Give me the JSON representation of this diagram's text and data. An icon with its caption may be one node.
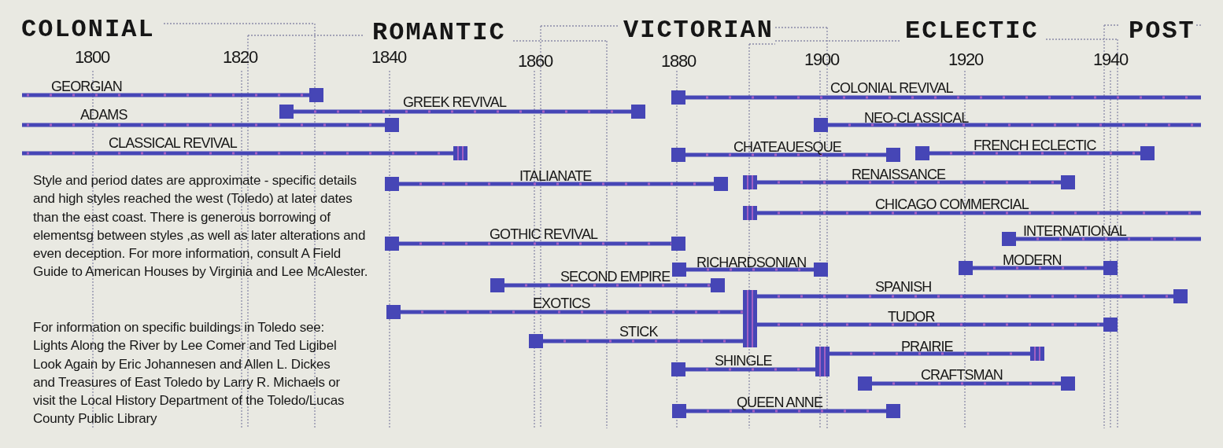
{
  "diagram": {
    "labels": [
      "COLONIAL",
      "ROMANTIC",
      "VICTORIAN",
      "ECLECTIC",
      "POST",
      "1800",
      "1820",
      "1840",
      "1860",
      "1880",
      "1900",
      "1920",
      "1940",
      "GEORGIAN",
      "COLONIAL REVIVAL",
      "GREEK REVIVAL",
      "ADAMS",
      "NEO-CLASSICAL",
      "CLASSICAL REVIVAL",
      "CHATEAUESQUE",
      "FRENCH ECLECTIC",
      "ITALIANATE",
      "RENAISSANCE",
      "CHICAGO COMMERCIAL",
      "GOTHIC REVIVAL",
      "INTERNATIONAL",
      "RICHARDSONIAN",
      "MODERN",
      "SECOND EMPIRE",
      "SPANISH",
      "EXOTICS",
      "TUDOR",
      "STICK",
      "PRAIRIE",
      "SHINGLE",
      "CRAFTSMAN",
      "QUEEN ANNE",
      "Style and period dates are approximate - specific details and high styles reached the west (Toledo) at later dates than the east coast. There is generous borrowing of elementsg between styles ,as well as later alterations and even deception. For more information, consult A Field Guide to American Houses by Virginia and Lee McAlester.",
      "For information on specific buildings in Toledo see: Lights Along the River by Lee Comer and Ted Ligibel Look Again by Eric Johannesen and Allen L. Dickes and Treasures of East Toledo by Larry R. Michaels or visit the Local History Department of the Toledo/Lucas County Public Library"
    ]
  }
}
